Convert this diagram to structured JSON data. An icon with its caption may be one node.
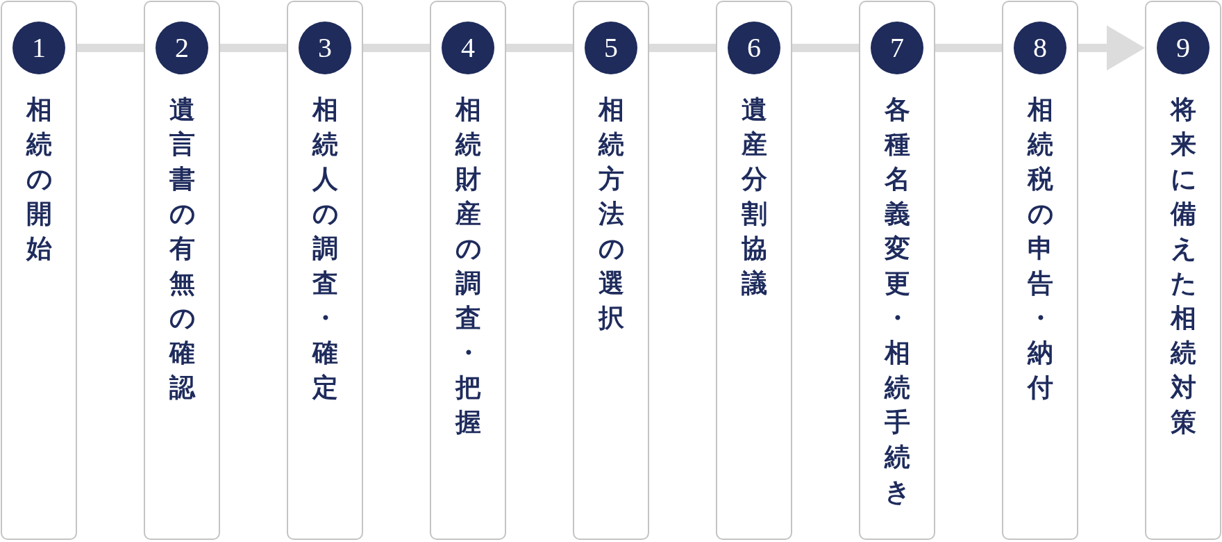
{
  "diagram": {
    "nodes": [
      {
        "text": [
          "1",
          "相続の開始"
        ]
      },
      {
        "text": [
          "2",
          "遺言書の有無の確認"
        ]
      },
      {
        "text": [
          "3",
          "相続人の調査・確定"
        ]
      },
      {
        "text": [
          "4",
          "相続財産の調査・把握"
        ]
      },
      {
        "text": [
          "5",
          "相続方法の選択"
        ]
      },
      {
        "text": [
          "6",
          "遺産分割協議"
        ]
      },
      {
        "text": [
          "7",
          "各種名義変更・相続手続き"
        ]
      },
      {
        "text": [
          "8",
          "相続税の申告・納付"
        ]
      },
      {
        "text": [
          "9",
          "将来に備えた相続対策"
        ]
      }
    ],
    "edges": [
      {
        "from": 0,
        "to": 1,
        "arrow": "none"
      },
      {
        "from": 1,
        "to": 2,
        "arrow": "none"
      },
      {
        "from": 2,
        "to": 3,
        "arrow": "none"
      },
      {
        "from": 3,
        "to": 4,
        "arrow": "none"
      },
      {
        "from": 4,
        "to": 5,
        "arrow": "none"
      },
      {
        "from": 5,
        "to": 6,
        "arrow": "none"
      },
      {
        "from": 6,
        "to": 7,
        "arrow": "none"
      },
      {
        "from": 7,
        "to": 8,
        "arrow": "to"
      }
    ]
  }
}
